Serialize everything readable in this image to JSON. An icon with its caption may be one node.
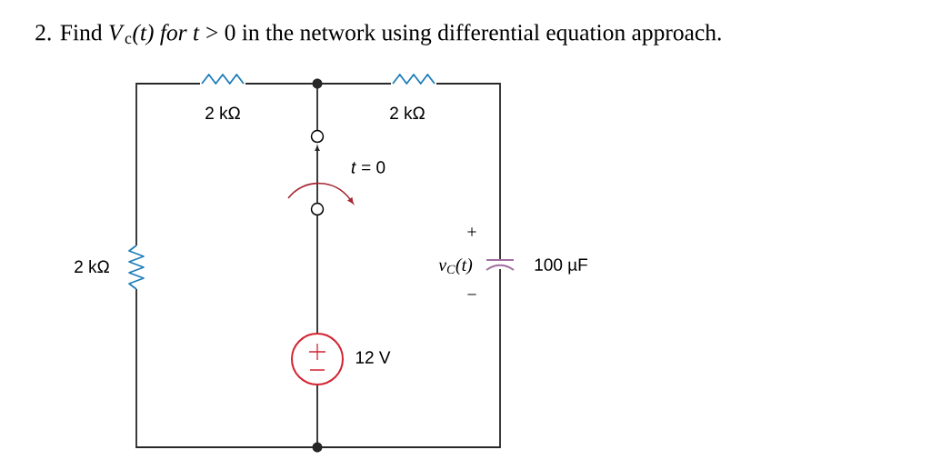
{
  "diagram": {
    "title": "2. Find *V*$_{c}$*(t) for t* > 0 in the network using differential equation approach.",
    "labels": [
      "2 kΩ",
      "2 kΩ",
      "*t* = 0",
      "+",
      "2 kΩ",
      "v$_{C}$(t)",
      "100 µF",
      "−",
      "12 V"
    ]
  }
}
